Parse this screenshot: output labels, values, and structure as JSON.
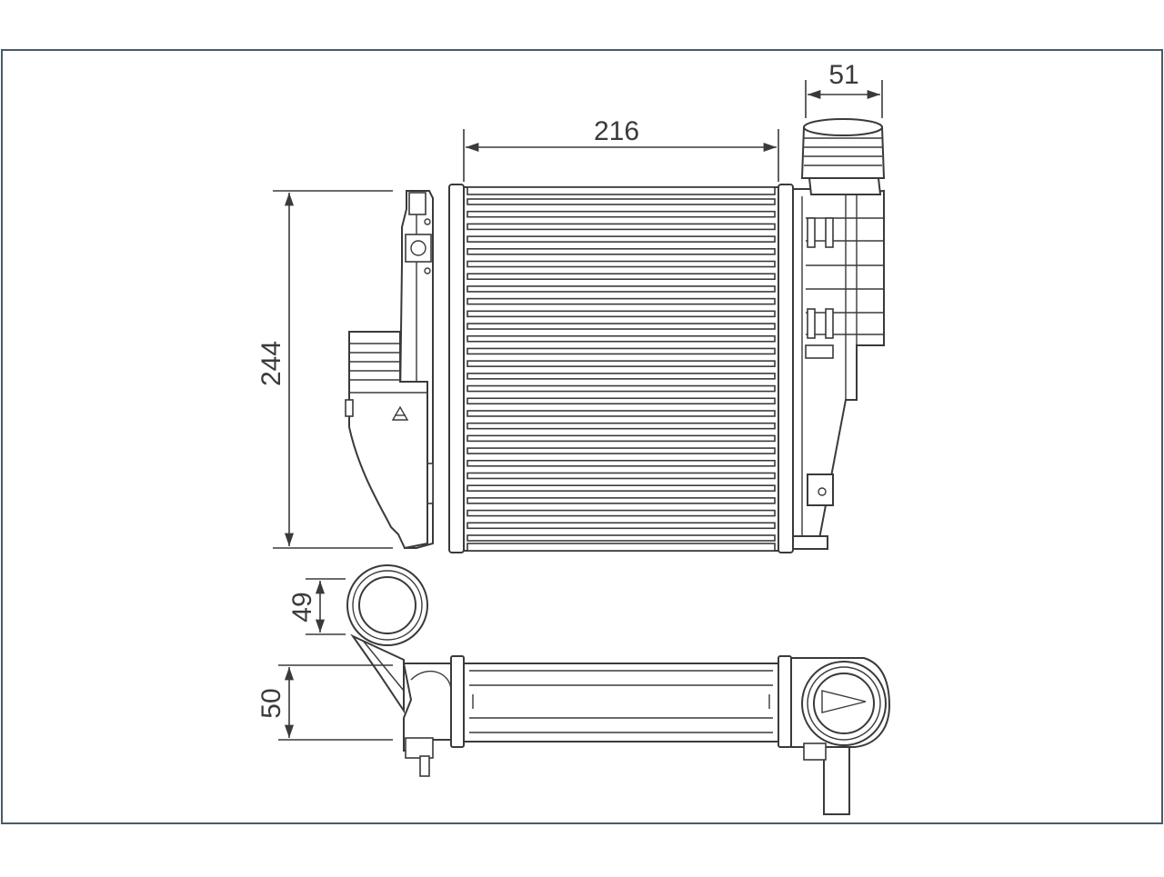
{
  "drawing": {
    "frame_color": "#4a5a66",
    "line_color": "#3a3a3a",
    "dimensions": {
      "core_width": "216",
      "outlet_width": "51",
      "height": "244",
      "inlet_diameter": "49",
      "depth": "50"
    }
  }
}
